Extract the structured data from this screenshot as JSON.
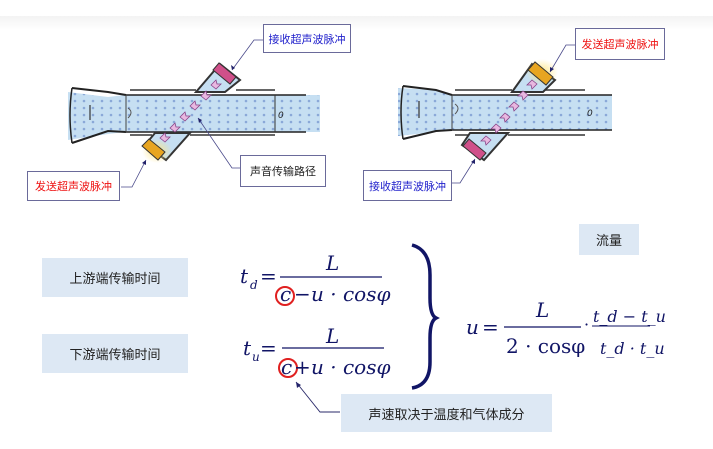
{
  "diagrams": {
    "left": {
      "receive_label": "接收超声波脉冲",
      "send_label": "发送超声波脉冲",
      "path_label": "声音传输路径",
      "pipe_mark": "0"
    },
    "right": {
      "send_label": "发送超声波脉冲",
      "receive_label": "接收超声波脉冲",
      "pipe_mark": "0"
    }
  },
  "labels": {
    "upstream": "上游端传输时间",
    "downstream": "下游端传输时间",
    "flow": "流量",
    "sound_speed_note": "声速取决于温度和气体成分"
  },
  "formulas": {
    "td": {
      "lhs": "t",
      "sub": "d",
      "eq": "=",
      "num": "L",
      "den_c": "c",
      "den_op": "−",
      "den_rest": "u · cosφ"
    },
    "tu": {
      "lhs": "t",
      "sub": "u",
      "eq": "=",
      "num": "L",
      "den_c": "c",
      "den_op": "+",
      "den_rest": "u · cosφ"
    },
    "u": {
      "lhs": "u",
      "eq": "=",
      "num1": "L",
      "den1": "2 · cosφ",
      "dot": "·",
      "num2": "t_d − t_u",
      "den2": "t_d · t_u"
    }
  },
  "colors": {
    "pipe_fill": "#c6dff2",
    "dots": "#8aa8d8",
    "sensor_pink": "#d0508a",
    "sensor_yellow": "#e8a520",
    "formula": "#111566",
    "highlight_circle": "#e02020",
    "label_bg": "#dde8f4"
  }
}
